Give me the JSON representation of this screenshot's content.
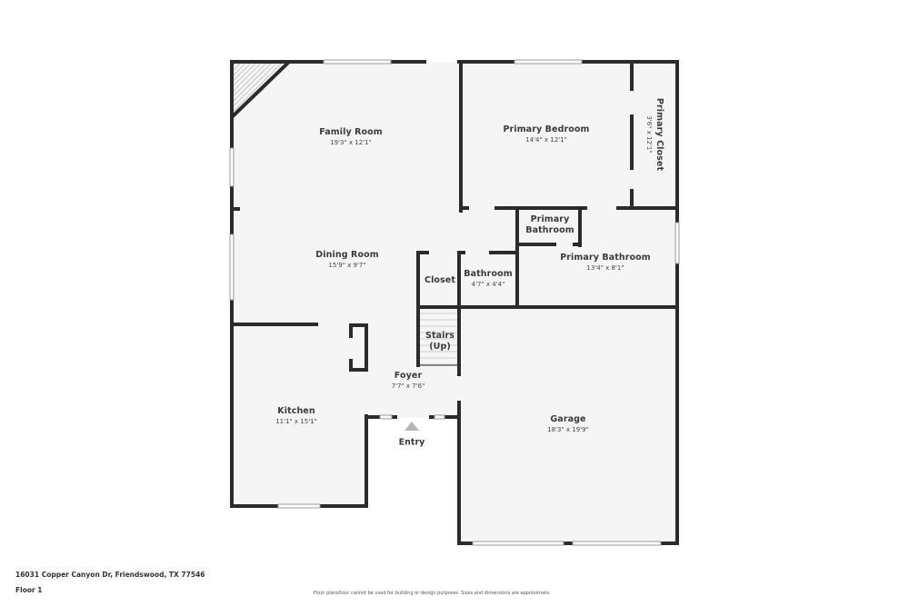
{
  "floor_plan": {
    "address": "16031 Copper Canyon Dr, Friendswood, TX 77546",
    "floor": "Floor 1",
    "disclaimer": "Floor plans/tour cannot be used for building or design purposes. Sizes and dimensions are approximate.",
    "entry_label": "Entry",
    "colors": {
      "wall": "#2b2b2b",
      "floor": "#f5f5f5",
      "window": "#ffffff",
      "entry_arrow": "#b5b5b5"
    },
    "rooms": [
      {
        "id": "family-room",
        "name": "Family Room",
        "dimensions": "19'3\" x 12'1\""
      },
      {
        "id": "primary-bedroom",
        "name": "Primary Bedroom",
        "dimensions": "14'4\" x 12'1\""
      },
      {
        "id": "primary-closet",
        "name": "Primary Closet",
        "dimensions": "3'6\" x 12'1\""
      },
      {
        "id": "primary-bathroom-small",
        "name_line1": "Primary",
        "name_line2": "Bathroom"
      },
      {
        "id": "primary-bathroom",
        "name": "Primary Bathroom",
        "dimensions": "13'4\" x 8'1\""
      },
      {
        "id": "dining-room",
        "name": "Dining Room",
        "dimensions": "15'9\" x 9'7\""
      },
      {
        "id": "closet",
        "name": "Closet"
      },
      {
        "id": "bathroom",
        "name": "Bathroom",
        "dimensions": "4'7\" x 4'4\""
      },
      {
        "id": "stairs",
        "name_line1": "Stairs",
        "name_line2": "(Up)"
      },
      {
        "id": "foyer",
        "name": "Foyer",
        "dimensions": "7'7\" x 7'6\""
      },
      {
        "id": "kitchen",
        "name": "Kitchen",
        "dimensions": "11'1\" x 15'1\""
      },
      {
        "id": "garage",
        "name": "Garage",
        "dimensions": "18'3\" x 19'9\""
      }
    ]
  }
}
